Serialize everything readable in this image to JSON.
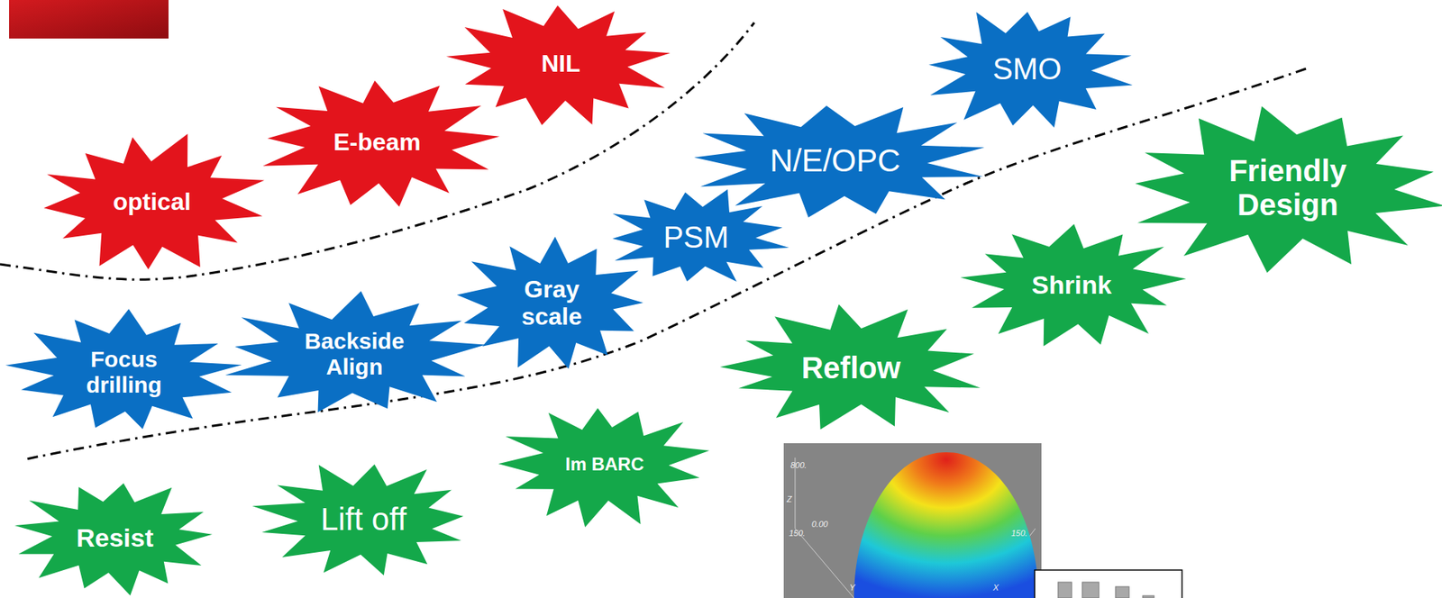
{
  "diagram": {
    "nodes": [
      {
        "text": [
          "optical"
        ]
      },
      {
        "text": [
          "E-beam"
        ]
      },
      {
        "text": [
          "NIL"
        ]
      },
      {
        "text": [
          "SMO"
        ]
      },
      {
        "text": [
          "N/E/OPC"
        ]
      },
      {
        "text": [
          "Friendly Design"
        ]
      },
      {
        "text": [
          "PSM"
        ]
      },
      {
        "text": [
          "Gray scale"
        ]
      },
      {
        "text": [
          "Focus drilling"
        ]
      },
      {
        "text": [
          "Backside Align"
        ]
      },
      {
        "text": [
          "Shrink"
        ]
      },
      {
        "text": [
          "Reflow"
        ]
      },
      {
        "text": [
          "Im BARC"
        ]
      },
      {
        "text": [
          "Resist"
        ]
      },
      {
        "text": [
          "Lift off"
        ]
      }
    ],
    "labels": [
      "800.",
      "Z",
      "0.00",
      "150.",
      "150.",
      "Y",
      "X"
    ]
  }
}
